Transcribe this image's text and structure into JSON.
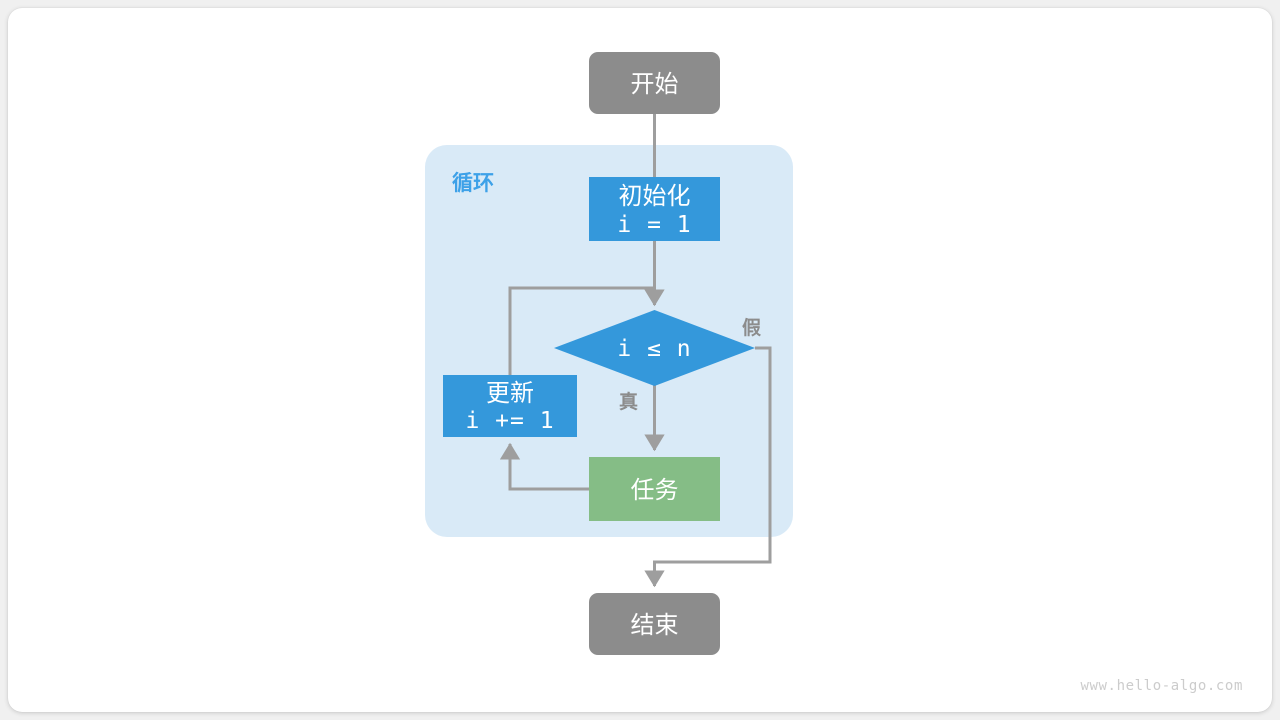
{
  "diagram": {
    "title_text": "",
    "watermark": "www.hello-algo.com",
    "group": {
      "label": "循环",
      "color": "#d9eaf7",
      "label_color": "#3da1e8"
    },
    "colors": {
      "terminal": "#8c8c8c",
      "process": "#3498db",
      "decision": "#3498db",
      "task": "#85bd86",
      "edge": "#9e9e9e",
      "canvas": "#ffffff",
      "page": "#f0f0f0",
      "node_text": "#ffffff",
      "edge_label": "#8c8c8c",
      "watermark": "#cccccc"
    },
    "nodes": {
      "start": {
        "label": "开始",
        "shape": "rounded-rect",
        "color": "#8c8c8c"
      },
      "init": {
        "label_cn": "初始化",
        "label_code": "i = 1",
        "shape": "rect",
        "color": "#3498db"
      },
      "condition": {
        "label_code": "i ≤ n",
        "shape": "diamond",
        "color": "#3498db"
      },
      "update": {
        "label_cn": "更新",
        "label_code": "i += 1",
        "shape": "rect",
        "color": "#3498db"
      },
      "task": {
        "label": "任务",
        "shape": "rect",
        "color": "#85bd86"
      },
      "end": {
        "label": "结束",
        "shape": "rounded-rect",
        "color": "#8c8c8c"
      }
    },
    "edges": {
      "true_label": "真",
      "false_label": "假"
    }
  }
}
